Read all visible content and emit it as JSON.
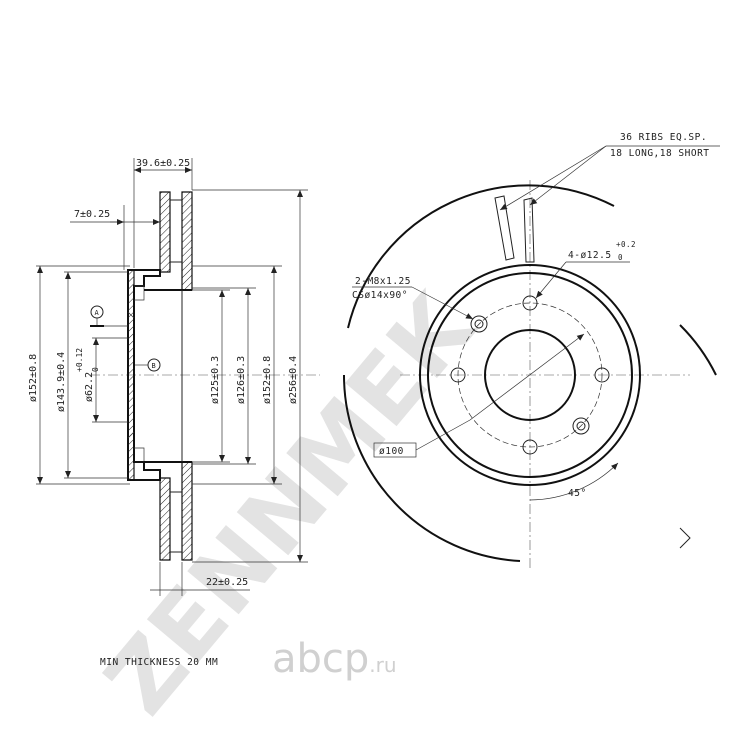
{
  "watermark": {
    "brand": "ZENNMEK",
    "site_main": "abcp",
    "site_tld": ".ru"
  },
  "section_view": {
    "dim_overall_width": "39.6±0.25",
    "dim_hat_thickness": "7±0.25",
    "dim_disc_thickness": "22±0.25",
    "dim_d152_left": "ø152±0.8",
    "dim_d143": "ø143.9±0.4",
    "dim_d62": "ø62.2",
    "dim_d62_tol_upper": "+0.12",
    "dim_d62_tol_lower": "0",
    "dim_d125": "ø125±0.3",
    "dim_d126": "ø126±0.3",
    "dim_d152_right": "ø152±0.8",
    "dim_d256": "ø256±0.4",
    "datum_a": "A",
    "datum_b": "B"
  },
  "front_view": {
    "ribs_line1": "36 RIBS EQ.SP.",
    "ribs_line2": "18 LONG,18 SHORT",
    "bolt_holes": "4-ø12.5",
    "bolt_tol_upper": "+0.2",
    "bolt_tol_lower": "0",
    "thread_line1": "2-M8x1.25",
    "thread_line2": "CSø14x90°",
    "pcd": "ø100",
    "angle": "45°"
  },
  "footer": {
    "min_thickness": "MIN THICKNESS 20 MM"
  }
}
